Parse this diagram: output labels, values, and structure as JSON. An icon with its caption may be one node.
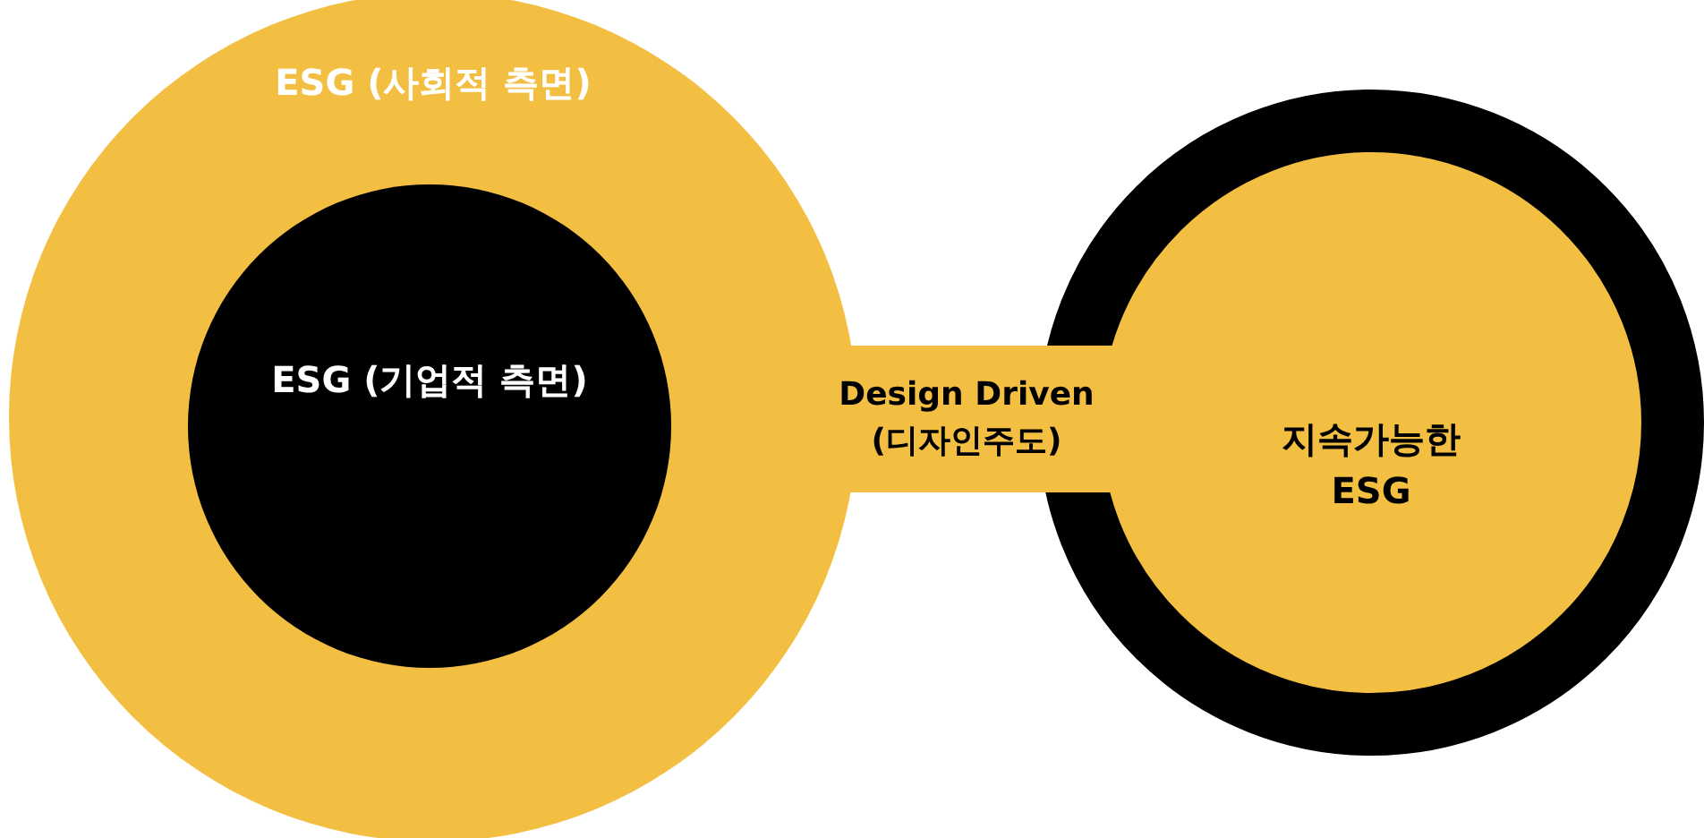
{
  "diagram": {
    "nodes": [
      {
        "text": [
          "ESG (사회적 측면)"
        ]
      },
      {
        "text": [
          "ESG (기업적 측면)"
        ],
        "in": 0
      },
      {
        "text": [
          "Design Driven (디자인주도)"
        ]
      },
      {
        "text": [
          "지속가능한 ESG"
        ]
      }
    ]
  }
}
